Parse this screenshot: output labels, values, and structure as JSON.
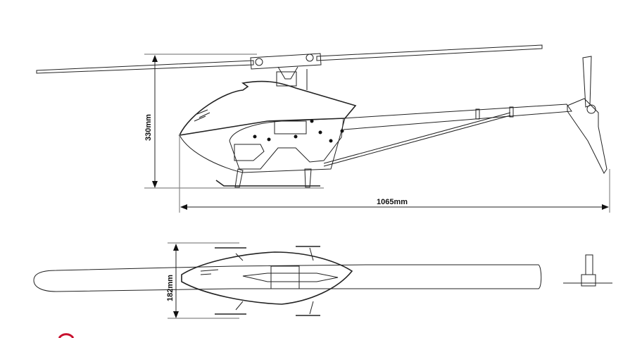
{
  "dimensions": {
    "height": "330mm",
    "length": "1065mm",
    "width": "182mm"
  },
  "colors": {
    "line": "#222222",
    "accent": "#c8102e"
  }
}
